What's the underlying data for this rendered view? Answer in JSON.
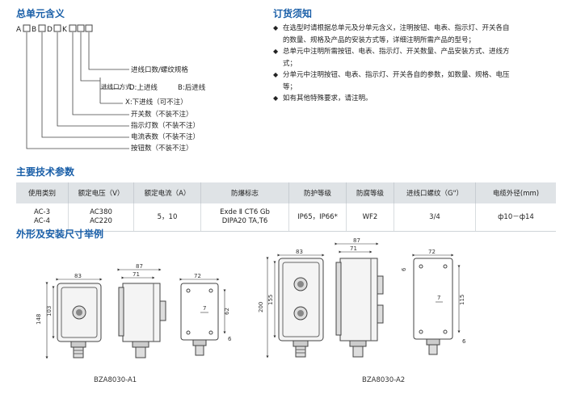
{
  "legend": {
    "title": "总单元含义",
    "code_letters": [
      "A",
      "B",
      "D",
      "K"
    ],
    "lines": {
      "inlet": "进线口数/螺纹规格",
      "inlet_mode": "进线口方式",
      "top": "D:上进线",
      "back": "B:后进线",
      "bottom": "X:下进线（可不注）",
      "switches": "开关数（不装不注）",
      "lamps": "指示灯数（不装不注）",
      "meters": "电流表数（不装不注）",
      "buttons": "按钮数（不装不注）"
    }
  },
  "ordering": {
    "title": "订货须知",
    "items": [
      "在选型时请根据总单元及分单元含义，注明按钮、电表、指示灯、开关各自的数量、规格及产品的安装方式等，详细注明所需产品的型号；",
      "总单元中注明所需按钮、电表、指示灯、开关数量、产品安装方式、进线方式；",
      "分单元中注明按钮、电表、指示灯、开关各自的参数，如数量、规格、电压等；",
      "如有其他特殊要求，请注明。"
    ]
  },
  "tech": {
    "title": "主要技术参数",
    "headers": [
      "使用类别",
      "额定电压（V）",
      "额定电流（A）",
      "防爆标志",
      "防护等级",
      "防腐等级",
      "进线口螺纹（G\"）",
      "电缆外径(mm)"
    ],
    "row": [
      "AC-3\nAC-4",
      "AC380\nAC220",
      "5，10",
      "Exde Ⅱ CT6 Gb\nDIPA20 TA,T6",
      "IP65，IP66*",
      "WF2",
      "3/4",
      "ф10－ф14"
    ]
  },
  "drawings": {
    "title": "外形及安装尺寸举例",
    "a1": {
      "caption": "BZA8030-A1",
      "dims": {
        "front_width": "83",
        "front_height": "148",
        "front_inner_height": "103",
        "side_depth": "87",
        "side_inner": "71",
        "back_width": "72",
        "back_offset": "7",
        "back_height": "62",
        "back_bottom": "6"
      }
    },
    "a2": {
      "caption": "BZA8030-A2",
      "dims": {
        "front_width": "83",
        "front_height": "200",
        "front_inner_height": "155",
        "side_depth": "87",
        "side_inner": "71",
        "back_width": "72",
        "back_top": "6",
        "back_offset": "7",
        "back_height": "115",
        "back_bottom": "6"
      }
    }
  }
}
